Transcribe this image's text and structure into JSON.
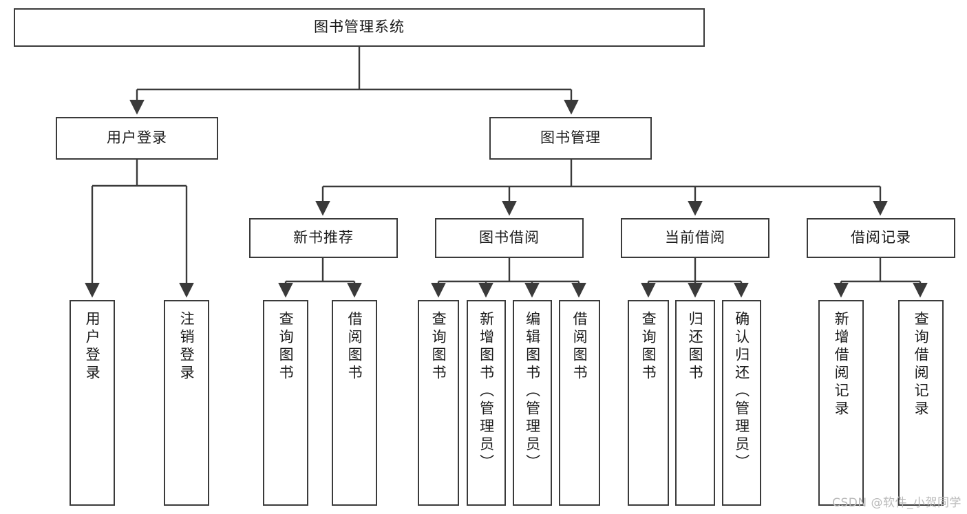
{
  "diagram": {
    "title": "图书管理系统",
    "watermark": "CSDN @软件_小贺同学",
    "line_color": "#3a3a3a",
    "box_fill": "#ffffff",
    "text_color": "#1a1a1a",
    "watermark_color": "#b9b9b9",
    "type": "tree-hierarchy",
    "levels": 4
  },
  "nodes": {
    "root": {
      "label": "图书管理系统"
    },
    "level2": [
      {
        "id": "user-login",
        "label": "用户登录"
      },
      {
        "id": "book-management",
        "label": "图书管理"
      }
    ],
    "level3": [
      {
        "id": "new-book-recommend",
        "label": "新书推荐",
        "parent": "book-management"
      },
      {
        "id": "book-borrow",
        "label": "图书借阅",
        "parent": "book-management"
      },
      {
        "id": "current-borrow",
        "label": "当前借阅",
        "parent": "book-management"
      },
      {
        "id": "borrow-record",
        "label": "借阅记录",
        "parent": "book-management"
      }
    ],
    "leaves": [
      {
        "id": "leaf-user-login",
        "label": "用户登录",
        "parent": "user-login"
      },
      {
        "id": "leaf-logout-login",
        "label": "注销登录",
        "parent": "user-login"
      },
      {
        "id": "leaf-query-book-1",
        "label": "查询图书",
        "parent": "new-book-recommend"
      },
      {
        "id": "leaf-borrow-book-1",
        "label": "借阅图书",
        "parent": "new-book-recommend"
      },
      {
        "id": "leaf-query-book-2",
        "label": "查询图书",
        "parent": "book-borrow"
      },
      {
        "id": "leaf-add-book",
        "label": "新增图书（管理员）",
        "parent": "book-borrow"
      },
      {
        "id": "leaf-edit-book",
        "label": "编辑图书（管理员）",
        "parent": "book-borrow"
      },
      {
        "id": "leaf-borrow-book-2",
        "label": "借阅图书",
        "parent": "book-borrow"
      },
      {
        "id": "leaf-query-book-3",
        "label": "查询图书",
        "parent": "current-borrow"
      },
      {
        "id": "leaf-return-book",
        "label": "归还图书",
        "parent": "current-borrow"
      },
      {
        "id": "leaf-confirm-return",
        "label": "确认归还（管理员）",
        "parent": "current-borrow"
      },
      {
        "id": "leaf-add-record",
        "label": "新增借阅记录",
        "parent": "borrow-record"
      },
      {
        "id": "leaf-query-record",
        "label": "查询借阅记录",
        "parent": "borrow-record"
      }
    ]
  }
}
